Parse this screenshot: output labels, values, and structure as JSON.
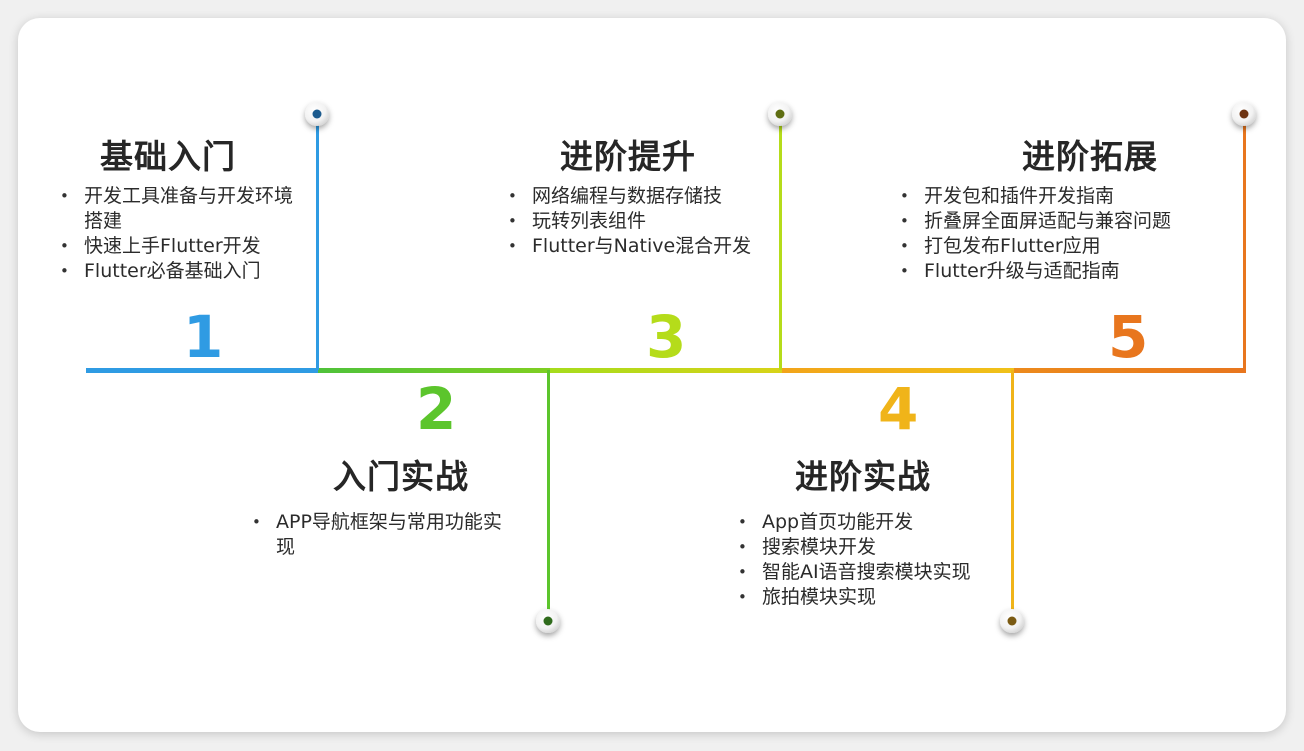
{
  "colors": {
    "blue": "#2f9be3",
    "green": "#5cc52c",
    "yellow_green": "#b5dc1a",
    "yellow_orange": "#f0b419",
    "orange": "#e8761e"
  },
  "stages": [
    {
      "number": "1",
      "title": "基础入门",
      "items": [
        "开发工具准备与开发环境搭建",
        "快速上手Flutter开发",
        "Flutter必备基础入门"
      ]
    },
    {
      "number": "2",
      "title": "入门实战",
      "items": [
        "APP导航框架与常用功能实现"
      ]
    },
    {
      "number": "3",
      "title": "进阶提升",
      "items": [
        "网络编程与数据存储技",
        "玩转列表组件",
        "Flutter与Native混合开发"
      ]
    },
    {
      "number": "4",
      "title": "进阶实战",
      "items": [
        "App首页功能开发",
        "搜索模块开发",
        "智能AI语音搜索模块实现",
        "旅拍模块实现"
      ]
    },
    {
      "number": "5",
      "title": "进阶拓展",
      "items": [
        "开发包和插件开发指南",
        "折叠屏全面屏适配与兼容问题",
        "打包发布Flutter应用",
        "Flutter升级与适配指南"
      ]
    }
  ]
}
